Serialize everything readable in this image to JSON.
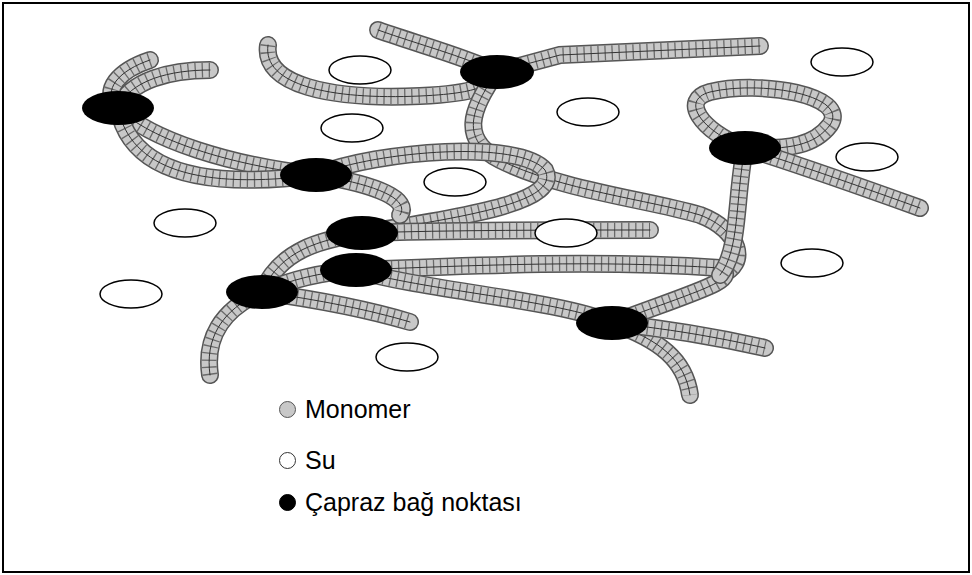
{
  "diagram": {
    "legend": [
      {
        "text": "Monomer",
        "color": "#c8c8c8"
      },
      {
        "text": "Su",
        "color": "#ffffff"
      },
      {
        "text": "Çapraz bağ noktası",
        "color": "#000000"
      }
    ]
  }
}
